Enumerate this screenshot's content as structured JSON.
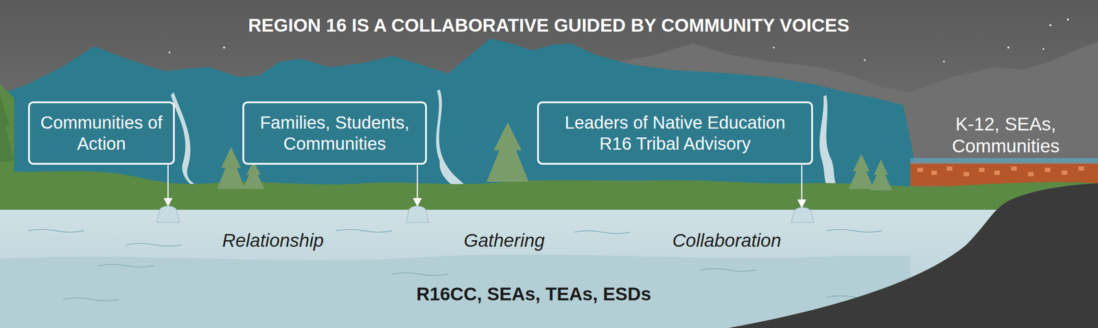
{
  "diagram": {
    "title": "REGION 16 IS A COLLABORATIVE GUIDED BY COMMUNITY VOICES",
    "nodes": [
      {
        "text": [
          "Communities of Action"
        ]
      },
      {
        "text": [
          "Families, Students, Communities"
        ]
      },
      {
        "text": [
          "Leaders of Native Education R16 Tribal Advisory"
        ]
      }
    ],
    "labels": [
      "K-12, SEAs, Communities",
      "Relationship",
      "Gathering",
      "Collaboration",
      "R16CC, SEAs, TEAs, ESDs"
    ]
  }
}
